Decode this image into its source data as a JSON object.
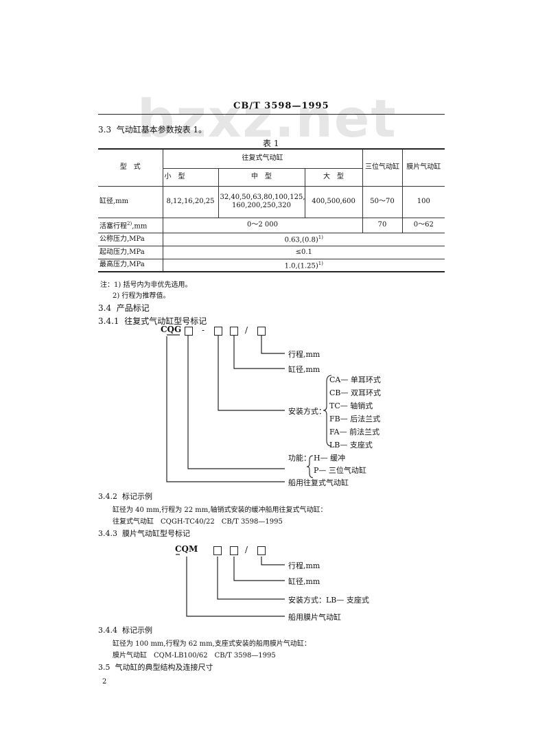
{
  "watermark": "bzxz.net",
  "header": {
    "standard": "CB/T 3598—1995"
  },
  "sec_3_3": {
    "num": "3.3",
    "text": "气动缸基本参数按表 1。"
  },
  "table": {
    "caption": "表 1",
    "type_label": "型　式",
    "reciprocating": "往复式气动缸",
    "three_pos": "三位气动缸",
    "diaphragm": "膜片气动缸",
    "small": "小　型",
    "medium": "中　型",
    "large": "大　型",
    "rows": {
      "bore": {
        "label": "缸径,mm",
        "small": "8,12,16,20,25",
        "medium_1": "32,40,50,63,80,100,125,",
        "medium_2": "160,200,250,320",
        "large": "400,500,600",
        "three": "50～70",
        "diaphragm": "100"
      },
      "stroke": {
        "label": "活塞行程",
        "sup": "2)",
        "unit": ",mm",
        "recip": "0～2 000",
        "three": "70",
        "diaphragm": "0～62"
      },
      "nominal": {
        "label": "公称压力,MPa",
        "value": "0.63,(0.8)",
        "sup": "1)"
      },
      "start": {
        "label": "起动压力,MPa",
        "value": "≤0.1"
      },
      "max": {
        "label": "最高压力,MPa",
        "value": "1.0,(1.25)",
        "sup": "1)"
      }
    }
  },
  "notes": {
    "n1": "注：1) 括号内为非优先选用。",
    "n2": "2) 行程为推荐值。"
  },
  "sec_3_4": {
    "num": "3.4",
    "text": "产品标记"
  },
  "sec_3_4_1": {
    "num": "3.4.1",
    "text": "往复式气动缸型号标记"
  },
  "cqg": {
    "code": "CQG",
    "dash": "-",
    "slash": "/",
    "stroke": "行程,mm",
    "bore": "缸径,mm",
    "mount_label": "安装方式：",
    "mounts": [
      "CA— 单耳环式",
      "CB— 双耳环式",
      "TC— 轴销式",
      "FB— 后法兰式",
      "FA— 前法兰式",
      "LB— 支座式"
    ],
    "func_label": "功能：",
    "funcs": [
      "H— 缓冲",
      "P— 三位气动缸"
    ],
    "product": "船用往复式气动缸"
  },
  "sec_3_4_2": {
    "num": "3.4.2",
    "text": "标记示例",
    "line1": "缸径为 40 mm,行程为 22 mm,轴销式安装的缓冲船用往复式气动缸：",
    "line2": "往复式气动缸　CQGH-TC40/22　CB/T 3598—1995"
  },
  "sec_3_4_3": {
    "num": "3.4.3",
    "text": "膜片气动缸型号标记"
  },
  "cqm": {
    "code": "CQM",
    "slash": "/",
    "stroke": "行程,mm",
    "bore": "缸径,mm",
    "mount": "安装方式：LB— 支座式",
    "product": "船用膜片气动缸"
  },
  "sec_3_4_4": {
    "num": "3.4.4",
    "text": "标记示例",
    "line1": "缸径为 100 mm,行程为 62 mm,支座式安装的船用膜片气动缸：",
    "line2": "膜片气动缸　CQM-LB100/62　CB/T 3598—1995"
  },
  "sec_3_5": {
    "num": "3.5",
    "text": "气动缸的典型结构及连接尺寸"
  },
  "page_number": "2"
}
